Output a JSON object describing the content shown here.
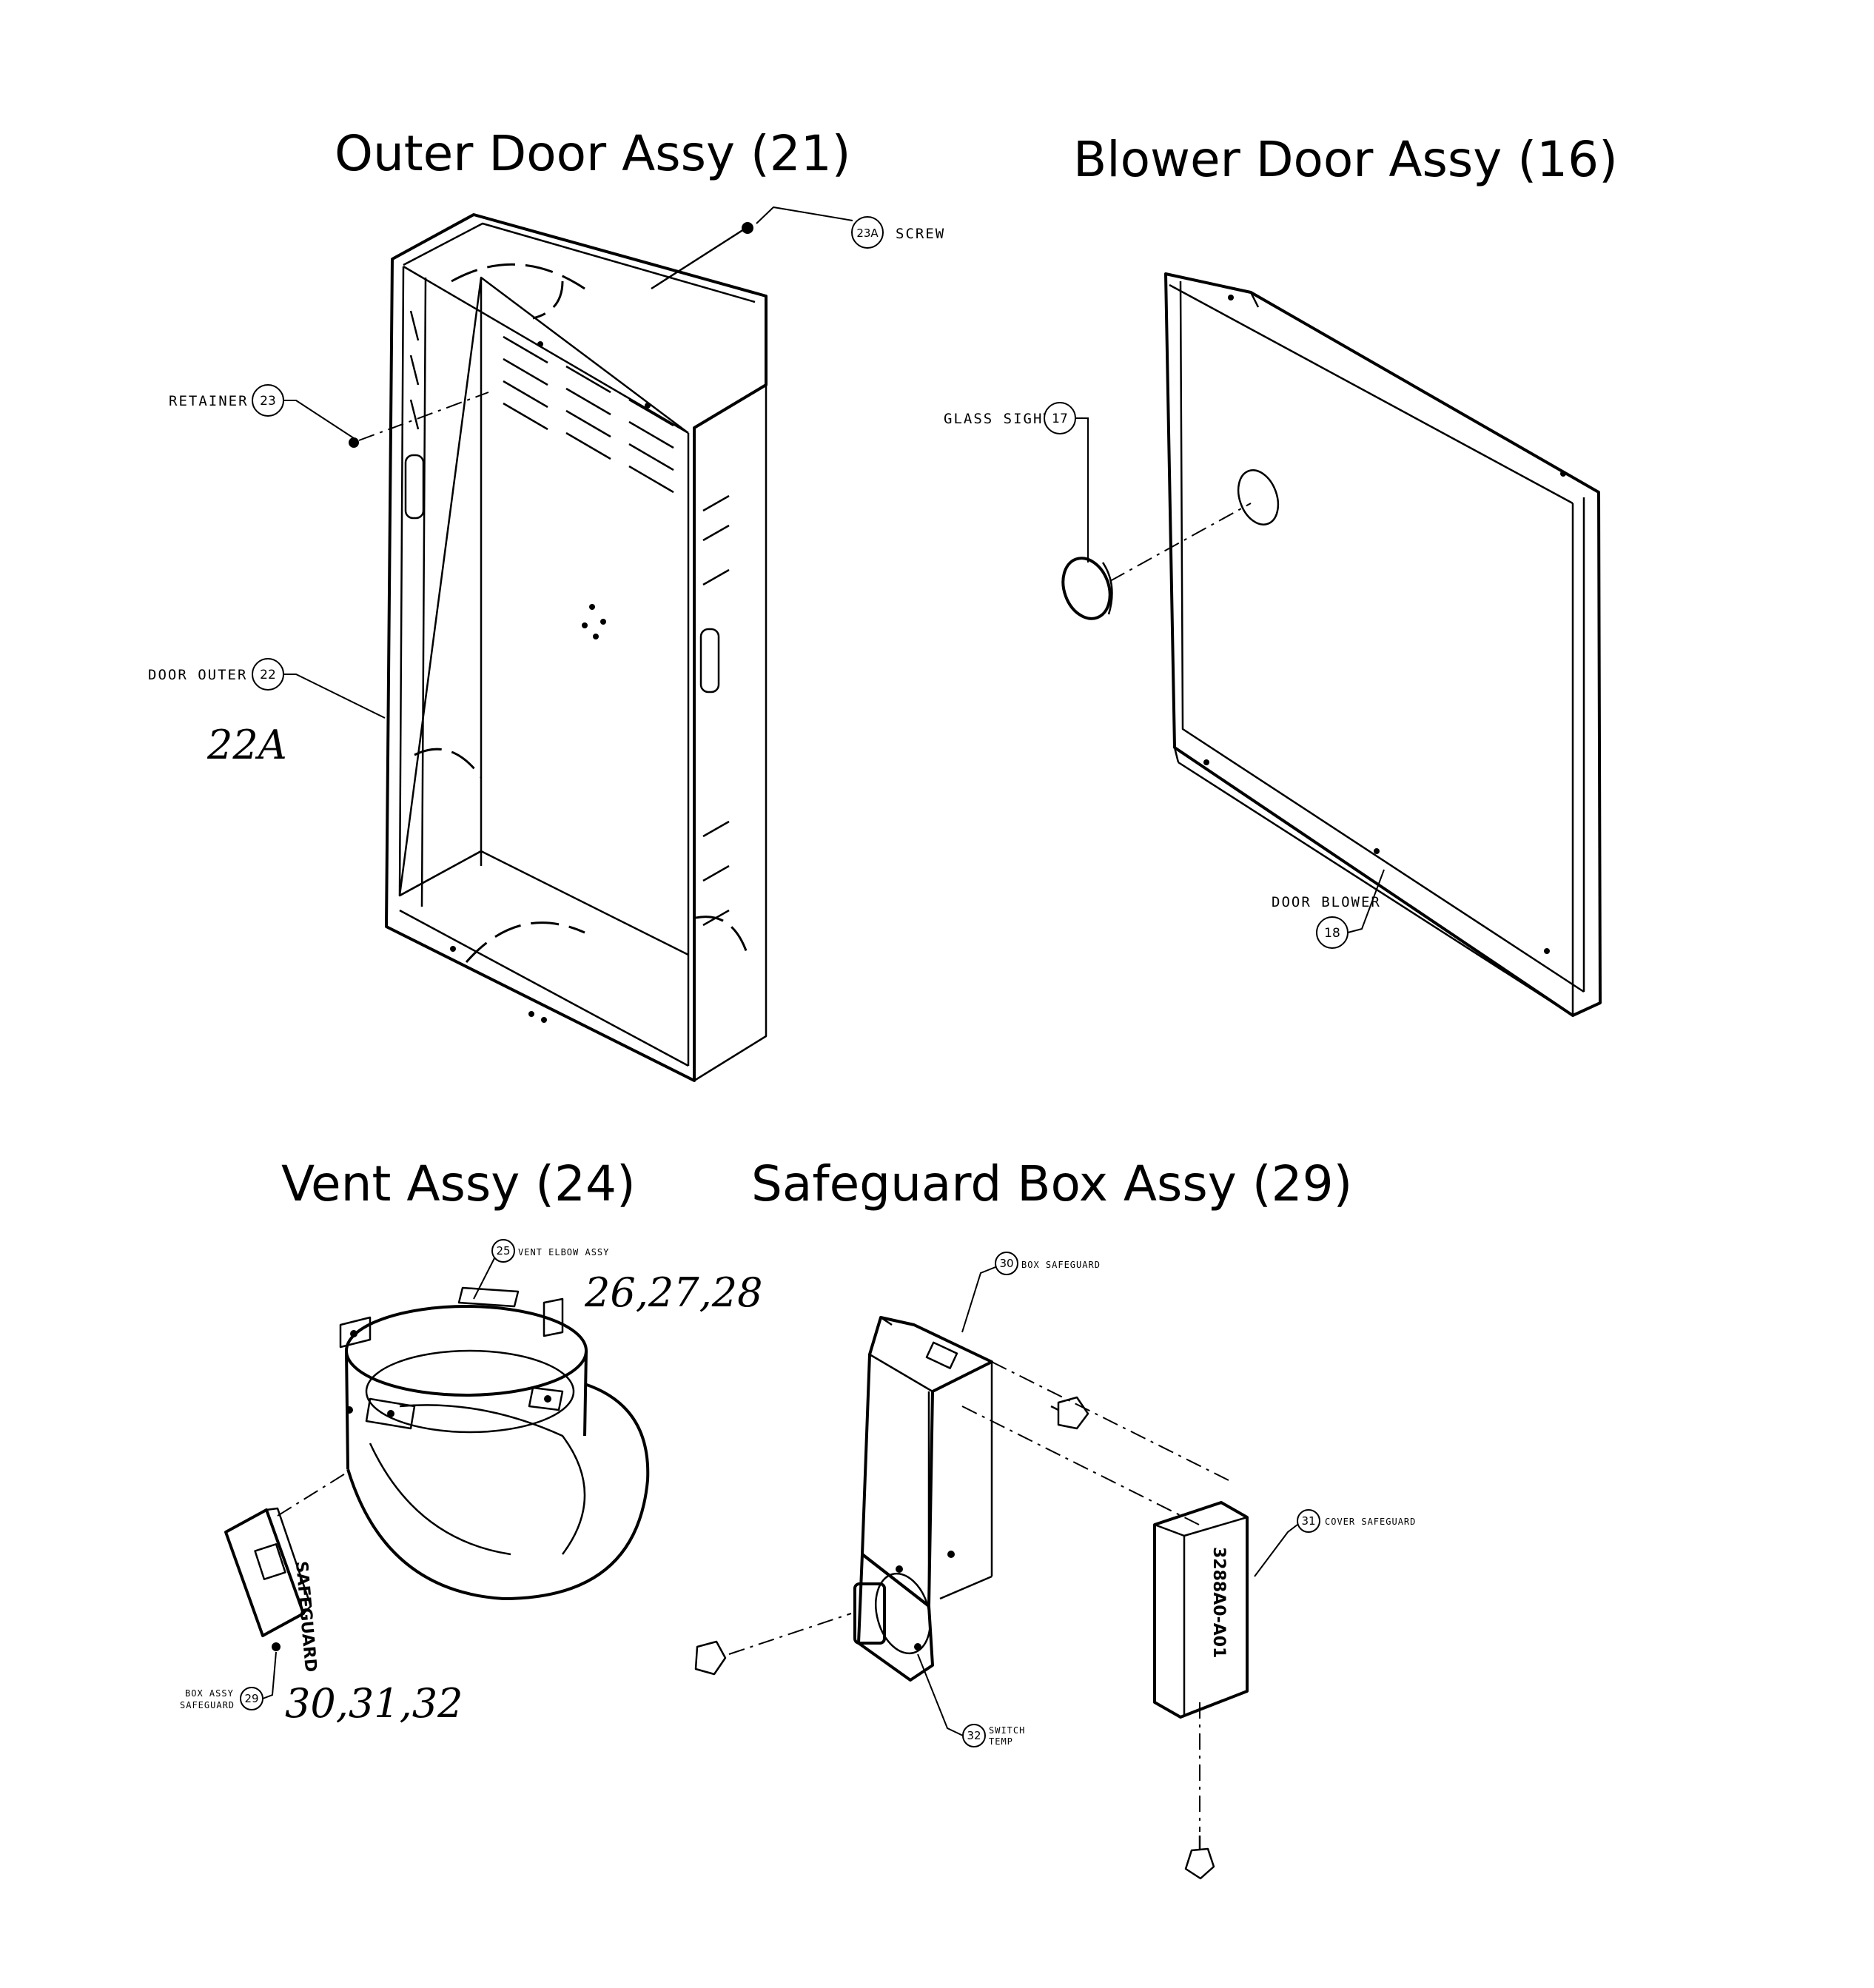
{
  "titles": {
    "outer_door": "Outer Door Assy (21)",
    "blower_door": "Blower Door Assy (16)",
    "vent": "Vent Assy (24)",
    "safeguard": "Safeguard Box Assy (29)"
  },
  "callouts": {
    "screw": {
      "label": "SCREW",
      "num": "23A"
    },
    "retainer": {
      "label": "RETAINER",
      "num": "23"
    },
    "door_outer": {
      "label": "DOOR OUTER",
      "num": "22"
    },
    "glass_sight": {
      "label": "GLASS SIGHT",
      "num": "17"
    },
    "door_blower": {
      "label": "DOOR BLOWER",
      "num": "18"
    },
    "vent_elbow": {
      "label": "VENT ELBOW ASSY",
      "num": "25"
    },
    "box_assy": {
      "label1": "BOX ASSY",
      "label2": "SAFEGUARD",
      "num": "29"
    },
    "box_safeguard": {
      "label": "BOX SAFEGUARD",
      "num": "30"
    },
    "cover_safeguard": {
      "label": "COVER SAFEGUARD",
      "num": "31"
    },
    "switch_temp": {
      "label1": "SWITCH",
      "label2": "TEMP",
      "num": "32"
    }
  },
  "handwritten": {
    "n22a": "22A",
    "n26": "26,27,28",
    "n30": "30,31,32"
  },
  "part_stamp": "3288A0-A01"
}
